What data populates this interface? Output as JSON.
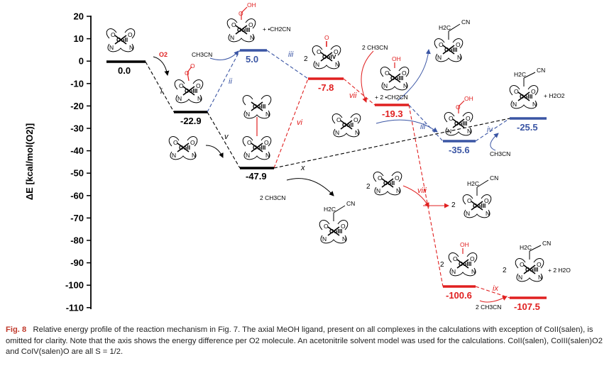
{
  "axis": {
    "label": "ΔE [kcal/mol(O2)]",
    "ticks": [
      "20",
      "10",
      "0",
      "-10",
      "-20",
      "-30",
      "-40",
      "-50",
      "-60",
      "-70",
      "-80",
      "-90",
      "-100",
      "-110"
    ]
  },
  "levels": [
    {
      "id": "L1",
      "label": "0.0",
      "color": "#000000"
    },
    {
      "id": "L2",
      "label": "-22.9",
      "color": "#000000"
    },
    {
      "id": "L3",
      "label": "-47.9",
      "color": "#000000"
    },
    {
      "id": "L4",
      "label": "5.0",
      "color": "#3a55a4"
    },
    {
      "id": "L5",
      "label": "-7.8",
      "color": "#e02020"
    },
    {
      "id": "L6",
      "label": "-19.3",
      "color": "#e02020"
    },
    {
      "id": "L7",
      "label": "-35.6",
      "color": "#3a55a4"
    },
    {
      "id": "L8",
      "label": "-25.5",
      "color": "#3a55a4"
    },
    {
      "id": "L9",
      "label": "-100.6",
      "color": "#e02020"
    },
    {
      "id": "L10",
      "label": "-107.5",
      "color": "#e02020"
    }
  ],
  "steps": [
    "i",
    "ii",
    "iii",
    "iv",
    "v",
    "vi",
    "vii",
    "iii",
    "viii",
    "ix",
    "x"
  ],
  "species": {
    "o2": "O2",
    "ch3cn": "CH3CN",
    "two_ch3cn": "2 CH3CN",
    "plus_ch2cn": "+ •CH2CN",
    "plus_2_ch2cn": "+ 2 •CH2CN",
    "plus_h2o2": "+ H2O2",
    "plus_2_h2o": "+ 2 H2O",
    "two": "2",
    "h2c": "H2C",
    "cn": "CN",
    "oh": "OH",
    "o": "O",
    "n": "N",
    "co2": "CoII",
    "co3": "CoIII",
    "co4": "CoIV"
  },
  "caption": {
    "figlabel": "Fig. 8",
    "text": "Relative energy profile of the reaction mechanism in Fig. 7. The axial MeOH ligand, present on all complexes in the calculations with exception of CoII(salen), is omitted for clarity. Note that the axis shows the energy difference per O2 molecule. An acetonitrile solvent model was used for the calculations. CoII(salen), CoIII(salen)O2 and CoIV(salen)O are all S = 1/2."
  },
  "colors": {
    "black": "#000000",
    "blue": "#3a55a4",
    "red": "#e02020"
  }
}
